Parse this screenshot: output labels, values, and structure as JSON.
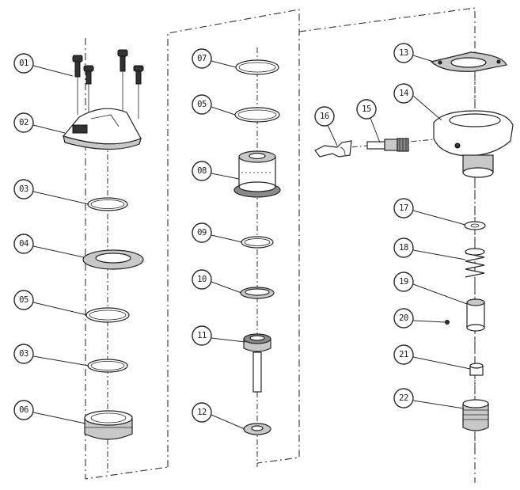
{
  "callouts": {
    "c01": "01",
    "c02": "02",
    "c03a": "03",
    "c04": "04",
    "c05a": "05",
    "c03b": "03",
    "c06": "06",
    "c07": "07",
    "c05b": "05",
    "c08": "08",
    "c09": "09",
    "c10": "10",
    "c11": "11",
    "c12": "12",
    "c13": "13",
    "c14": "14",
    "c15": "15",
    "c16": "16",
    "c17": "17",
    "c18": "18",
    "c19": "19",
    "c20": "20",
    "c21": "21",
    "c22": "22"
  }
}
